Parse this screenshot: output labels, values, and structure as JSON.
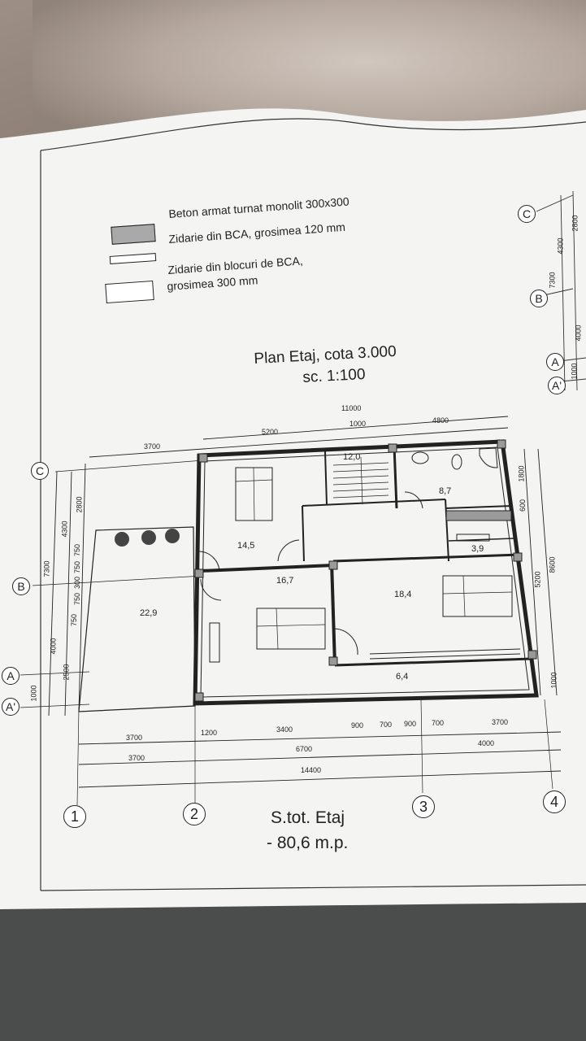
{
  "legend": {
    "item1": "Beton armat turnat monolit 300x300",
    "item2": "Zidarie din BCA, grosimea 120 mm",
    "item3_line1": "Zidarie din blocuri de BCA,",
    "item3_line2": "grosimea 300 mm"
  },
  "title": {
    "line1": "Plan Etaj, cota 3.000",
    "line2": "sc. 1:100"
  },
  "rooms": {
    "r1": "22,9",
    "r2": "14,5",
    "r3": "16,7",
    "r4": "12,0",
    "r5": "8,7",
    "r6": "3,9",
    "r7": "18,4",
    "r8": "6,4"
  },
  "dims_top": {
    "d1": "11000",
    "d2": "5200",
    "d3": "1000",
    "d4": "4800",
    "d5": "3700"
  },
  "dims_bottom": {
    "d1": "3700",
    "d2": "1200",
    "d3": "3400",
    "d4": "900",
    "d5": "700",
    "d6": "900",
    "d7": "700",
    "d8": "3700",
    "d9": "3700",
    "d10": "6700",
    "d11": "4000",
    "d12": "14400"
  },
  "dims_left": {
    "d1": "2800",
    "d2": "4300",
    "d3": "7300",
    "d4": "750",
    "d5": "750",
    "d6": "300",
    "d7": "750",
    "d8": "4000",
    "d9": "750",
    "d10": "2500",
    "d11": "1000"
  },
  "dims_right": {
    "d1": "1800",
    "d2": "600",
    "d3": "5200",
    "d4": "8600",
    "d5": "1000"
  },
  "right_page_dims": {
    "d1": "2800",
    "d2": "4300",
    "d3": "7300",
    "d4": "4000",
    "d5": "1000"
  },
  "axes": {
    "c": "C",
    "b": "B",
    "a": "A",
    "a_prime": "A'",
    "n1": "1",
    "n2": "2",
    "n3": "3",
    "n4": "4"
  },
  "total": {
    "line1": "S.tot. Etaj",
    "line2": "- 80,6 m.p."
  }
}
